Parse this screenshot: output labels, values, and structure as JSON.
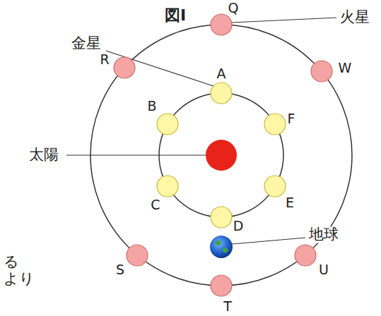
{
  "diagram": {
    "title": "図Ⅰ",
    "labels": [
      "金星",
      "火星",
      "太陽",
      "地球",
      "A",
      "B",
      "C",
      "D",
      "E",
      "F",
      "Q",
      "R",
      "W",
      "S",
      "T",
      "U",
      "る",
      "より"
    ]
  }
}
